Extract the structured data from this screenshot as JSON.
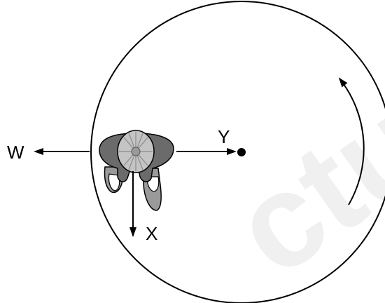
{
  "diagram": {
    "labels": {
      "w": "W",
      "x": "X",
      "y": "Y"
    },
    "watermark": "ctu",
    "colors": {
      "stroke": "#000000",
      "figure_dark": "#6b6b6b",
      "figure_mid": "#9a9a9a",
      "figure_light": "#c4c4c4",
      "watermark": "#f0f0f0"
    }
  }
}
